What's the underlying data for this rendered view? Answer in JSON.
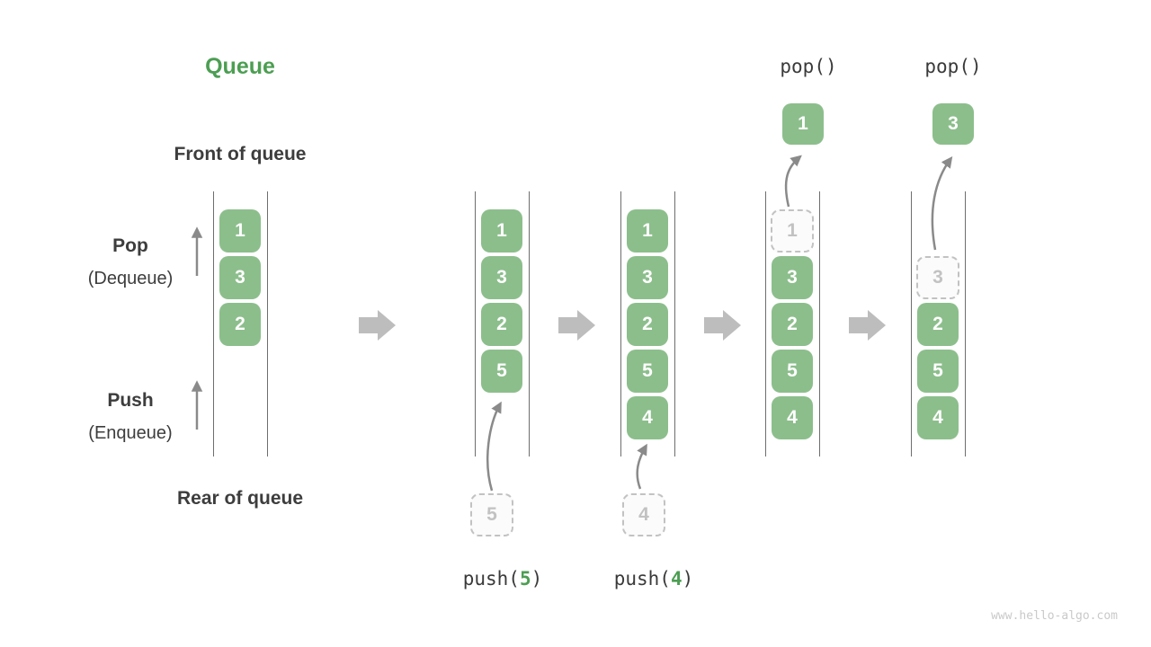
{
  "page": {
    "title": "Queue",
    "watermark": "www.hello-algo.com"
  },
  "labels": {
    "front_of_queue": "Front of queue",
    "rear_of_queue": "Rear of queue",
    "pop": "Pop",
    "pop_alias": "(Dequeue)",
    "push": "Push",
    "push_alias": "(Enqueue)"
  },
  "colors": {
    "box_green": "#8cbe8c",
    "accent_green": "#4c9e52",
    "block_arrow_gray": "#bdbdbd",
    "ghost_gray": "#c2c2c2",
    "rail_gray": "#6e6e6e"
  },
  "states": [
    {
      "items": [
        "1",
        "3",
        "2"
      ]
    },
    {
      "items": [
        "1",
        "3",
        "2",
        "5"
      ],
      "staged": "5",
      "op": {
        "prefix": "push(",
        "arg": "5",
        "suffix": ")"
      }
    },
    {
      "items": [
        "1",
        "3",
        "2",
        "5",
        "4"
      ],
      "staged": "4",
      "op": {
        "prefix": "push(",
        "arg": "4",
        "suffix": ")"
      }
    },
    {
      "ghost": "1",
      "items": [
        "3",
        "2",
        "5",
        "4"
      ],
      "popped": "1",
      "op_label": "pop()"
    },
    {
      "ghost": "3",
      "items": [
        "2",
        "5",
        "4"
      ],
      "popped": "3",
      "op_label": "pop()"
    }
  ]
}
